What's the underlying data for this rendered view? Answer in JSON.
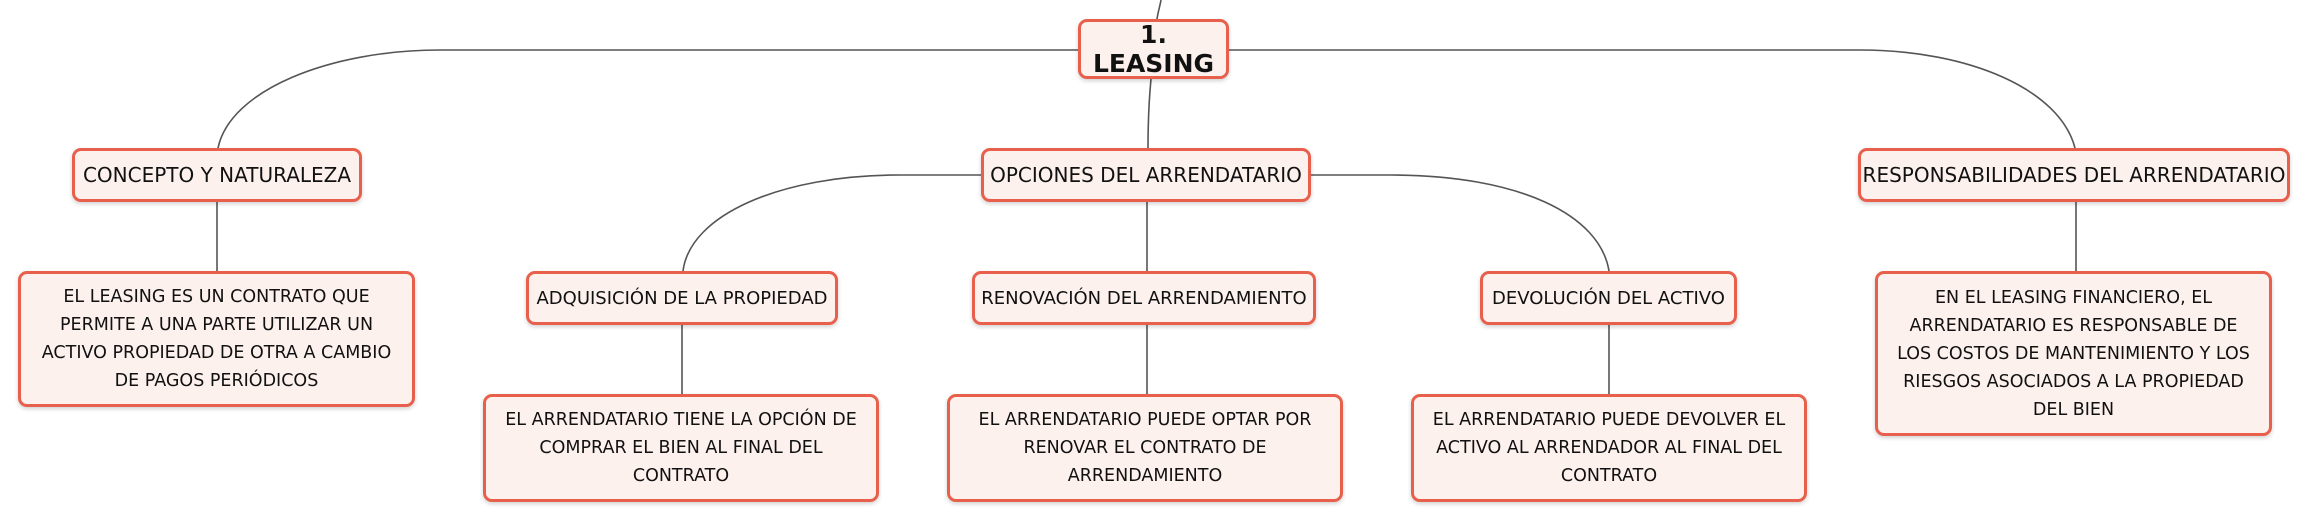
{
  "mindmap": {
    "root": {
      "label": "1. LEASING"
    },
    "branches": [
      {
        "label": "CONCEPTO Y NATURALEZA",
        "detail": "EL LEASING ES UN CONTRATO QUE PERMITE A UNA PARTE UTILIZAR UN ACTIVO PROPIEDAD DE OTRA A CAMBIO DE PAGOS PERIÓDICOS"
      },
      {
        "label": "OPCIONES DEL ARRENDATARIO",
        "children": [
          {
            "label": "ADQUISICIÓN DE LA PROPIEDAD",
            "detail": "EL ARRENDATARIO TIENE LA OPCIÓN DE COMPRAR EL BIEN AL FINAL DEL CONTRATO"
          },
          {
            "label": "RENOVACIÓN DEL ARRENDAMIENTO",
            "detail": "EL ARRENDATARIO PUEDE OPTAR POR RENOVAR EL CONTRATO DE ARRENDAMIENTO"
          },
          {
            "label": "DEVOLUCIÓN DEL ACTIVO",
            "detail": "EL ARRENDATARIO PUEDE DEVOLVER EL ACTIVO AL ARRENDADOR AL FINAL DEL CONTRATO"
          }
        ]
      },
      {
        "label": "RESPONSABILIDADES DEL ARRENDATARIO",
        "detail": "EN EL LEASING FINANCIERO, EL ARRENDATARIO ES RESPONSABLE DE LOS COSTOS DE MANTENIMIENTO Y LOS RIESGOS ASOCIADOS A LA PROPIEDAD DEL BIEN"
      }
    ]
  },
  "colors": {
    "node_border": "#e8604c",
    "node_fill": "#fdf1ee",
    "connector": "#555555",
    "text": "#111111"
  }
}
